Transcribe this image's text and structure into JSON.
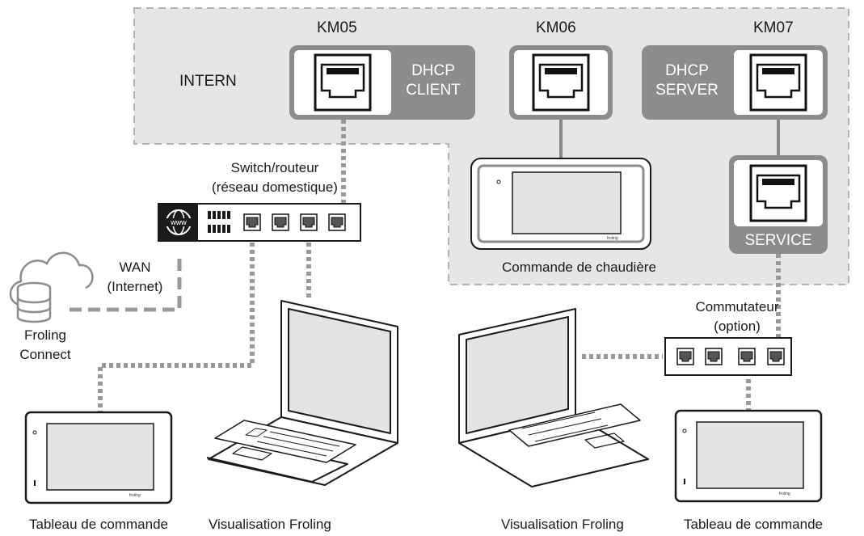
{
  "zone": {
    "name": "INTERN"
  },
  "ports": {
    "km05": {
      "id": "KM05",
      "role_line1": "DHCP",
      "role_line2": "CLIENT"
    },
    "km06": {
      "id": "KM06"
    },
    "km07": {
      "id": "KM07",
      "role_line1": "DHCP",
      "role_line2": "SERVER"
    },
    "service": {
      "label": "SERVICE"
    }
  },
  "devices": {
    "boiler_control": {
      "label": "Commande de chaudière",
      "brand": "froling"
    },
    "router": {
      "label_line1": "Switch/routeur",
      "label_line2": "(réseau domestique)",
      "www_label": "www"
    },
    "wan": {
      "label_line1": "WAN",
      "label_line2": "(Internet)"
    },
    "cloud": {
      "label_line1": "Froling",
      "label_line2": "Connect"
    },
    "switch": {
      "label_line1": "Commutateur",
      "label_line2": "(option)"
    },
    "panel_left": {
      "label": "Tableau de commande",
      "brand": "froling"
    },
    "laptop_left": {
      "label": "Visualisation Froling"
    },
    "laptop_right": {
      "label": "Visualisation Froling"
    },
    "panel_right": {
      "label": "Tableau de commande",
      "brand": "froling"
    }
  },
  "colors": {
    "zone_fill": "#e6e6e6",
    "zone_border": "#b3b3b3",
    "port_frame": "#8c8c8c",
    "cable_dotted": "#999999",
    "device_dark": "#1a1a1a"
  }
}
